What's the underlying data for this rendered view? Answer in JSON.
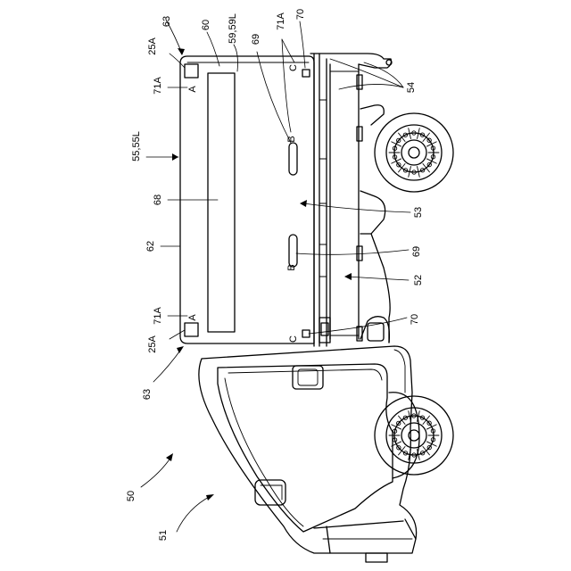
{
  "labels": {
    "n63_top": "63",
    "n25A_top": "25A",
    "n60": "60",
    "n59_59L": "59,59L",
    "n69_top": "69",
    "n71A_top": "71A",
    "n70_top": "70",
    "n71A_left_top": "71A",
    "letter_A_top": "A",
    "letter_C_top": "C",
    "letter_B_top": "B",
    "n54": "54",
    "n55_55L": "55,55L",
    "n68": "68",
    "n53": "53",
    "n62": "62",
    "n69_bottom": "69",
    "letter_B_bottom": "B",
    "n52": "52",
    "n71A_bottom": "71A",
    "letter_A_bottom": "A",
    "n70_bottom": "70",
    "letter_C_bottom": "C",
    "n25A_bottom": "25A",
    "n63_bottom": "63",
    "n50": "50",
    "n51": "51"
  }
}
